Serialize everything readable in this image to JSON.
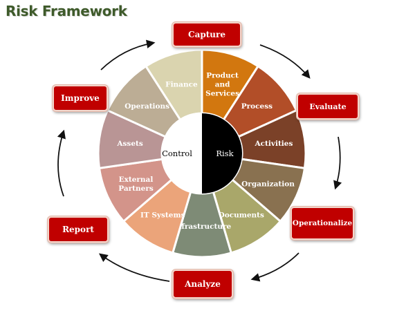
{
  "title": "Risk Framework",
  "hub": {
    "left_label": "Control",
    "right_label": "Risk"
  },
  "segments": [
    {
      "lines": [
        "Product",
        "and",
        "Services"
      ],
      "color": "#d2770f"
    },
    {
      "lines": [
        "Process"
      ],
      "color": "#b24e28"
    },
    {
      "lines": [
        "Activities"
      ],
      "color": "#7b4128"
    },
    {
      "lines": [
        "Organization"
      ],
      "color": "#897150"
    },
    {
      "lines": [
        "Documents"
      ],
      "color": "#a9a76a"
    },
    {
      "lines": [
        "Infrastructure"
      ],
      "color": "#7e8b76"
    },
    {
      "lines": [
        "IT Systems"
      ],
      "color": "#eba47a"
    },
    {
      "lines": [
        "External",
        "Partners"
      ],
      "color": "#d3948a"
    },
    {
      "lines": [
        "Assets"
      ],
      "color": "#b99595"
    },
    {
      "lines": [
        "Operations"
      ],
      "color": "#bcad95"
    },
    {
      "lines": [
        "Finance"
      ],
      "color": "#dad4af"
    }
  ],
  "steps": {
    "capture": "Capture",
    "evaluate": "Evaluate",
    "operationalize": "Operationalize",
    "analyze": "Analyze",
    "report": "Report",
    "improve": "Improve"
  },
  "colors": {
    "title": "#3e5a2a",
    "step_fill": "#c00000",
    "hub_right": "#000000",
    "hub_left": "#ffffff"
  }
}
